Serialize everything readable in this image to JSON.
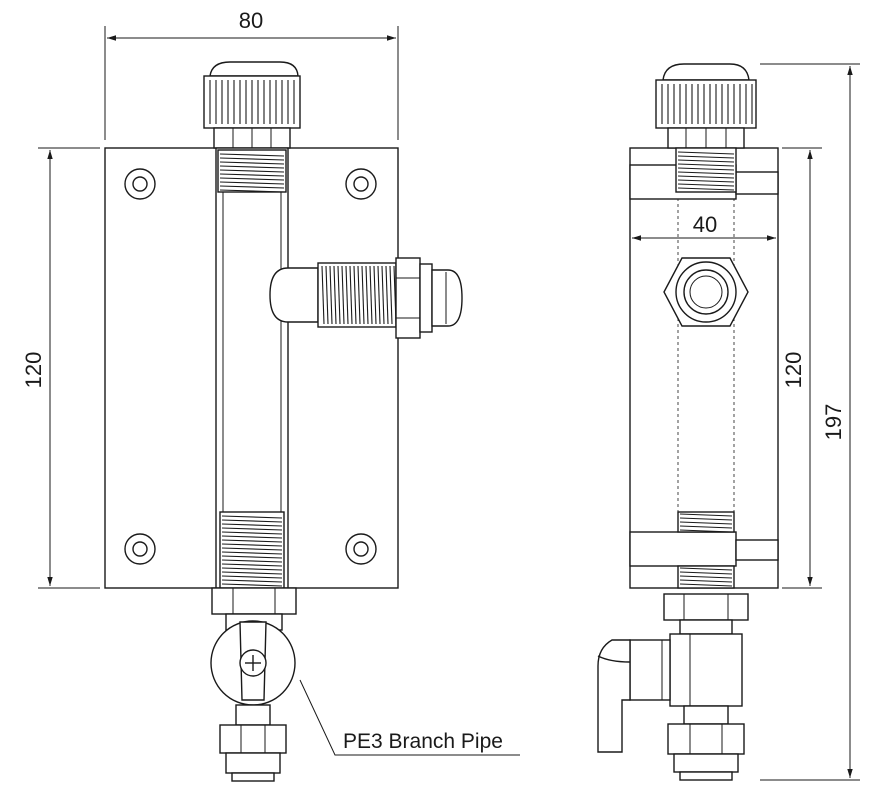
{
  "dimensions": {
    "front_width": "80",
    "front_height": "120",
    "side_width": "40",
    "side_height": "120",
    "total_height": "197"
  },
  "labels": {
    "branch_pipe": "PE3 Branch Pipe"
  }
}
